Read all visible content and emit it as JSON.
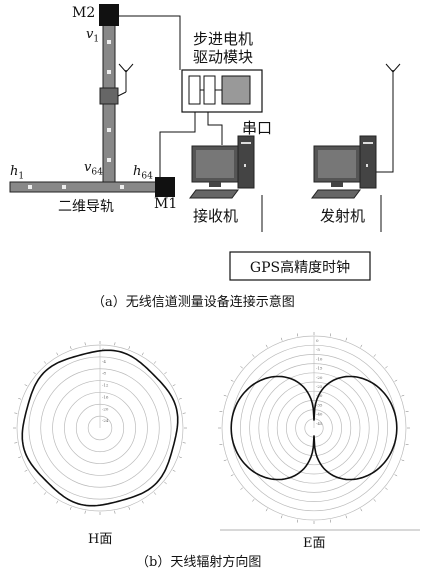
{
  "part_a": {
    "labels": {
      "m2": "M2",
      "v1": "v",
      "v1_sub": "1",
      "v64": "v",
      "v64_sub": "64",
      "h1": "h",
      "h1_sub": "1",
      "h64": "h",
      "h64_sub": "64",
      "m1": "M1",
      "rail": "二维导轨",
      "stepper_line1": "步进电机",
      "stepper_line2": "驱动模块",
      "serial": "串口",
      "receiver": "接收机",
      "transmitter": "发射机",
      "gps_clock": "GPS高精度时钟"
    },
    "caption": "（a）无线信道测量设备连接示意图"
  },
  "part_b": {
    "h_plane": {
      "label": "H面",
      "radial_ticks": [
        "0",
        "-4",
        "-8",
        "-12",
        "-16",
        "-20",
        "-24"
      ]
    },
    "e_plane": {
      "label": "E面",
      "radial_ticks": [
        "0",
        "-5",
        "-10",
        "-15",
        "-20",
        "-25",
        "-30",
        "-35",
        "-40",
        "-45"
      ]
    },
    "caption": "（b）天线辐射方向图"
  },
  "colors": {
    "line": "#111111",
    "device": "#444444",
    "grid": "#bbbbbb"
  }
}
